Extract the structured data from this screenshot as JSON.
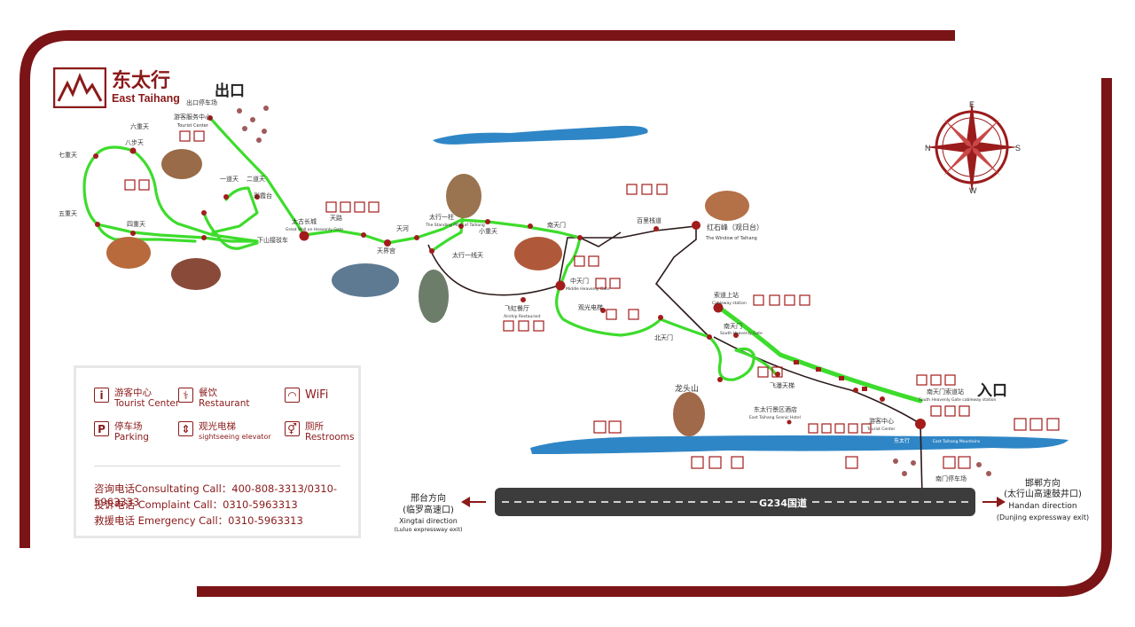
{
  "brand": {
    "name_cn": "东太行",
    "name_en": "East Taihang"
  },
  "compass": {
    "icon": "compass-rose-icon",
    "letters": [
      "N",
      "E",
      "S",
      "W"
    ]
  },
  "exit_label": "出口",
  "entrance_label": "入口",
  "places": {
    "visitor_center_top_cn": "游客服务中心",
    "visitor_center_top_en": "Tourist Center",
    "bajiaotian_cn": "八步天",
    "liuchongtian_cn": "六重天",
    "qichongtian_cn": "七重天",
    "wuchongtian_cn": "五重天",
    "sichongtian_cn": "四重天",
    "yidao_tian_cn": "一道天",
    "erdao_tian_cn": "二道天",
    "caiyunge_cn": "彩霞台",
    "taishan_cn": "太古长城",
    "taishan_en": "Great Wall on Heavenly Gate",
    "xiashan_cn": "下山接驳车",
    "tianlu_cn": "天路",
    "tianjiegong_cn": "天界宫",
    "taihang_yizhu_cn": "太行一柱",
    "taihang_yizhu_en": "The Standing Pillar of Taihang",
    "taihang_yixian_cn": "太行一线天",
    "tianhe_cn": "天河",
    "xiaochongtian_cn": "小重天",
    "xinanmen_cn": "南天门",
    "zhongtianmen_cn": "中天门",
    "zhongtianmen_en": "Middle Heavenly Gate",
    "feihong_cn": "飞虹餐厅",
    "feihong_en": "Airship Restaurant",
    "guanguang_dianti_cn": "观光电梯",
    "hongshifeng_cn": "红石峰（观日台）",
    "hongshifeng_en": "The Window of Taihang",
    "bailizhanpu_cn": "百里栈道",
    "suodao_shangzhan_cn": "索道上站",
    "suodao_shangzhan_en": "Cableway station",
    "nantianmen_cn": "南天门",
    "nantianmen_en": "South Heavenly Gate",
    "longtoushan_cn": "龙头山",
    "feipubian_cn": "飞瀑天梯",
    "donghang_hotel_cn": "东太行景区酒店",
    "donghang_hotel_en": "East Taihang Scenic Hotel",
    "beitianmen_cn": "北天门",
    "south_gate_station_cn": "南天门索道站",
    "south_gate_station_en": "South Heavenly Gate cableway station",
    "tourist_center_bottom_cn": "游客中心",
    "tourist_center_bottom_en": "Tourist Center",
    "donghang_yizhong_cn": "东太行",
    "donghang_yizhong_en": "East Taihang Mountains",
    "nanmen_parking_cn": "南门停车场",
    "sky_top_cn": "出口停车场"
  },
  "road": {
    "label": "G234国道"
  },
  "directions": {
    "left_cn": "邢台方向",
    "left_cn2": "(临罗高速口)",
    "left_en": "Xingtai direction",
    "left_en2": "(Luluo expressway exit)",
    "right_cn": "邯郸方向",
    "right_cn2": "(太行山高速鼓井口)",
    "right_en": "Handan direction",
    "right_en2": "(Dunjing expressway exit)"
  },
  "legend": {
    "items": [
      {
        "icon": "i",
        "cn": "游客中心",
        "en": "Tourist Center"
      },
      {
        "icon": "fork-knife",
        "cn": "餐饮",
        "en": "Restaurant"
      },
      {
        "icon": "wifi",
        "cn": "WiFi",
        "en": ""
      },
      {
        "icon": "P",
        "cn": "停车场",
        "en": "Parking"
      },
      {
        "icon": "elevator",
        "cn": "观光电梯",
        "en": "sightseeing elevator"
      },
      {
        "icon": "restroom",
        "cn": "厕所",
        "en": "Restrooms"
      }
    ],
    "phones": [
      "咨询电话Consultating Call：400-808-3313/0310-5963333",
      "投诉电话 Complaint Call：0310-5963313",
      "救援电话 Emergency Call：0310-5963313"
    ]
  },
  "colors": {
    "frame": "#7b1416",
    "trail": "#3ddc2c",
    "road_line": "#2b1a1a",
    "river": "#2f86c6",
    "poi": "#a31c1c",
    "highway": "#3c3c3c"
  }
}
